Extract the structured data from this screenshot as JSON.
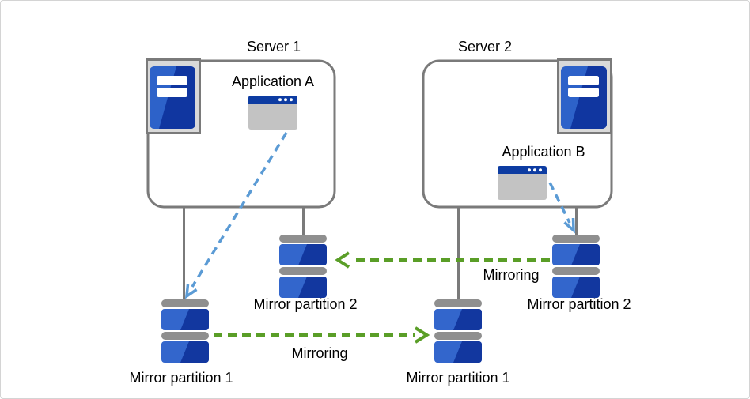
{
  "diagram": {
    "servers": [
      {
        "title": "Server 1",
        "application": "Application A"
      },
      {
        "title": "Server 2",
        "application": "Application B"
      }
    ],
    "partition_labels": {
      "server1_mirror2": "Mirror partition 2",
      "server2_mirror2": "Mirror partition 2",
      "server1_mirror1": "Mirror partition 1",
      "server2_mirror1": "Mirror partition 1"
    },
    "mirroring_label_upper": "Mirroring",
    "mirroring_label_lower": "Mirroring"
  },
  "colors": {
    "server_box_border": "#7a7a7a",
    "connector_line": "#7a7a7a",
    "server_icon_frame": "#d9d9d9",
    "tower_blue_light": "#2d62c9",
    "tower_blue_dark": "#1036a0",
    "window_titlebar_blue": "#0d3ca2",
    "window_body_gray": "#c3c3c3",
    "partition_cap_gray": "#8f8f8f",
    "partition_blue_light": "#3366cc",
    "partition_blue_dark": "#12379f",
    "arrow_blue": "#5b9bd5",
    "arrow_green": "#5a9e27",
    "text": "#000000",
    "canvas_border": "#d4d4d4"
  }
}
